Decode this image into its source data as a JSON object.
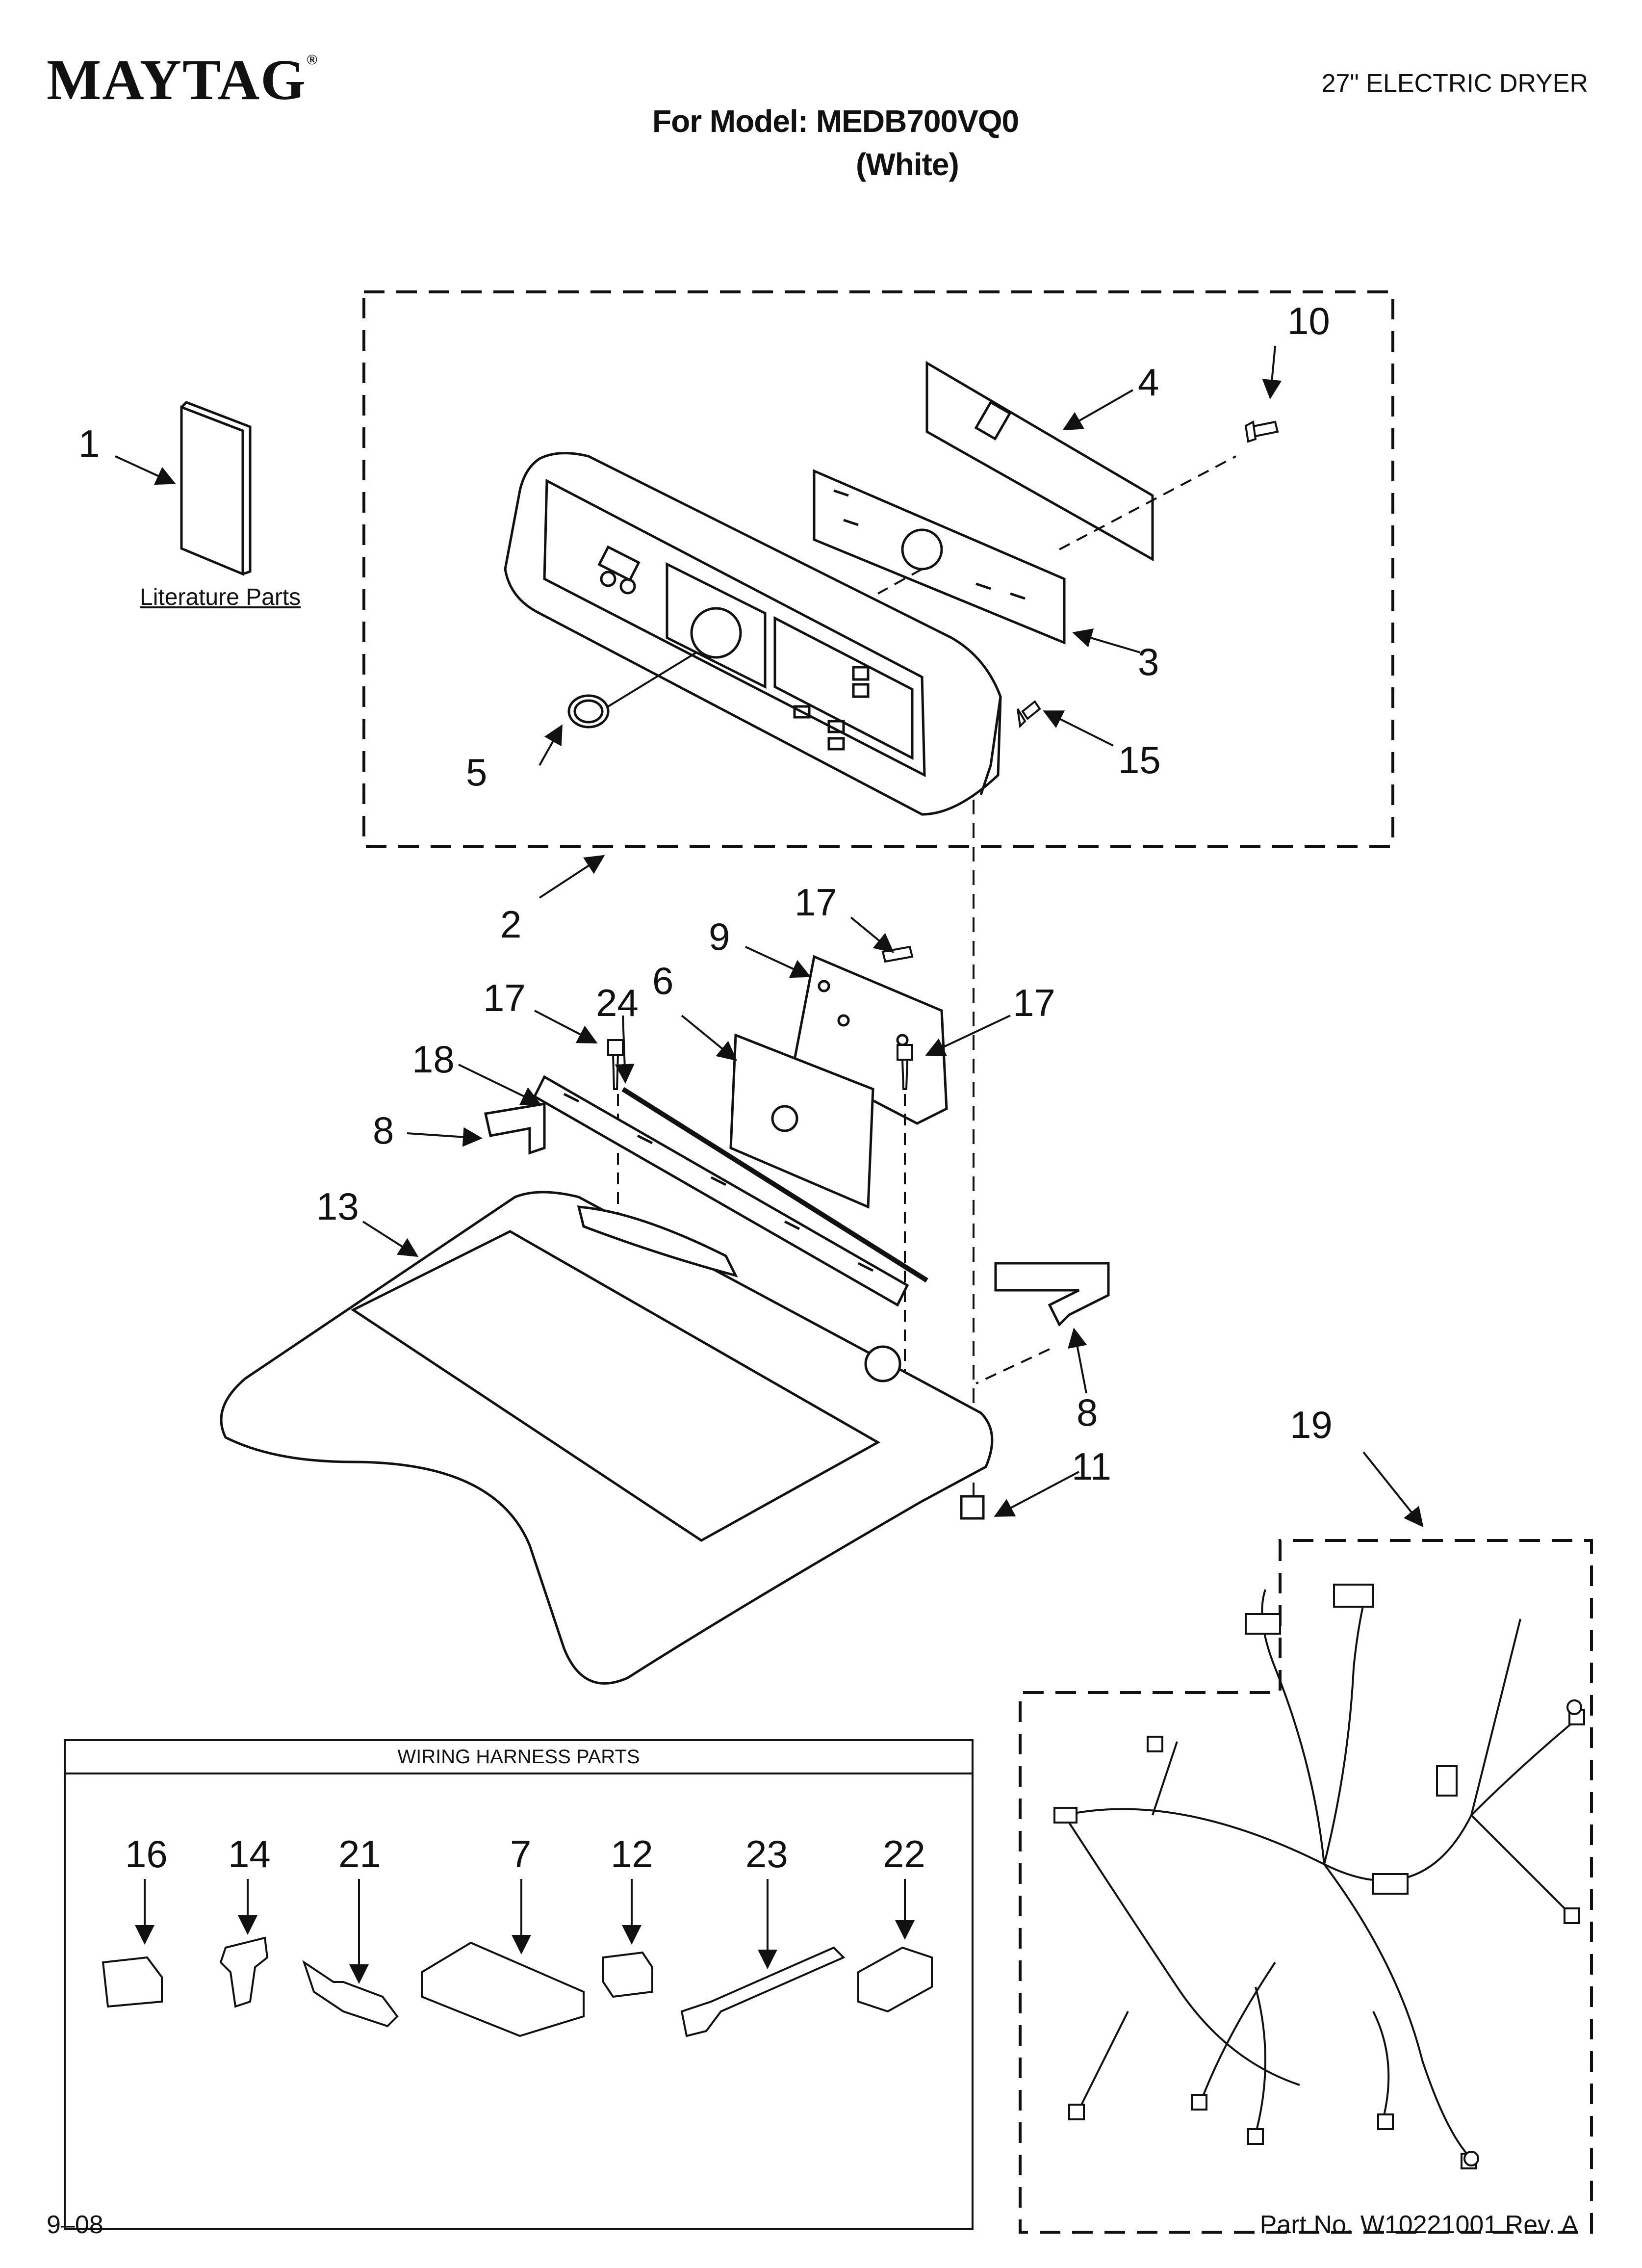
{
  "header": {
    "brand": "MAYTAG",
    "brand_mark": "®",
    "product": "27\" ELECTRIC DRYER",
    "model": "For Model: MEDB700VQ0",
    "variant": "(White)"
  },
  "labels": {
    "literature": "Literature Parts",
    "harness_title": "WIRING HARNESS PARTS"
  },
  "callouts": {
    "c1": "1",
    "c2": "2",
    "c3": "3",
    "c4": "4",
    "c5": "5",
    "c6": "6",
    "c8a": "8",
    "c8b": "8",
    "c9": "9",
    "c10": "10",
    "c11": "11",
    "c13": "13",
    "c15": "15",
    "c17a": "17",
    "c17b": "17",
    "c17c": "17",
    "c18": "18",
    "c19": "19",
    "c24": "24",
    "h16": "16",
    "h14": "14",
    "h21": "21",
    "h7": "7",
    "h12": "12",
    "h23": "23",
    "h22": "22"
  },
  "footer": {
    "date": "9–08",
    "part_no": "Part No. W10221001 Rev. A"
  }
}
